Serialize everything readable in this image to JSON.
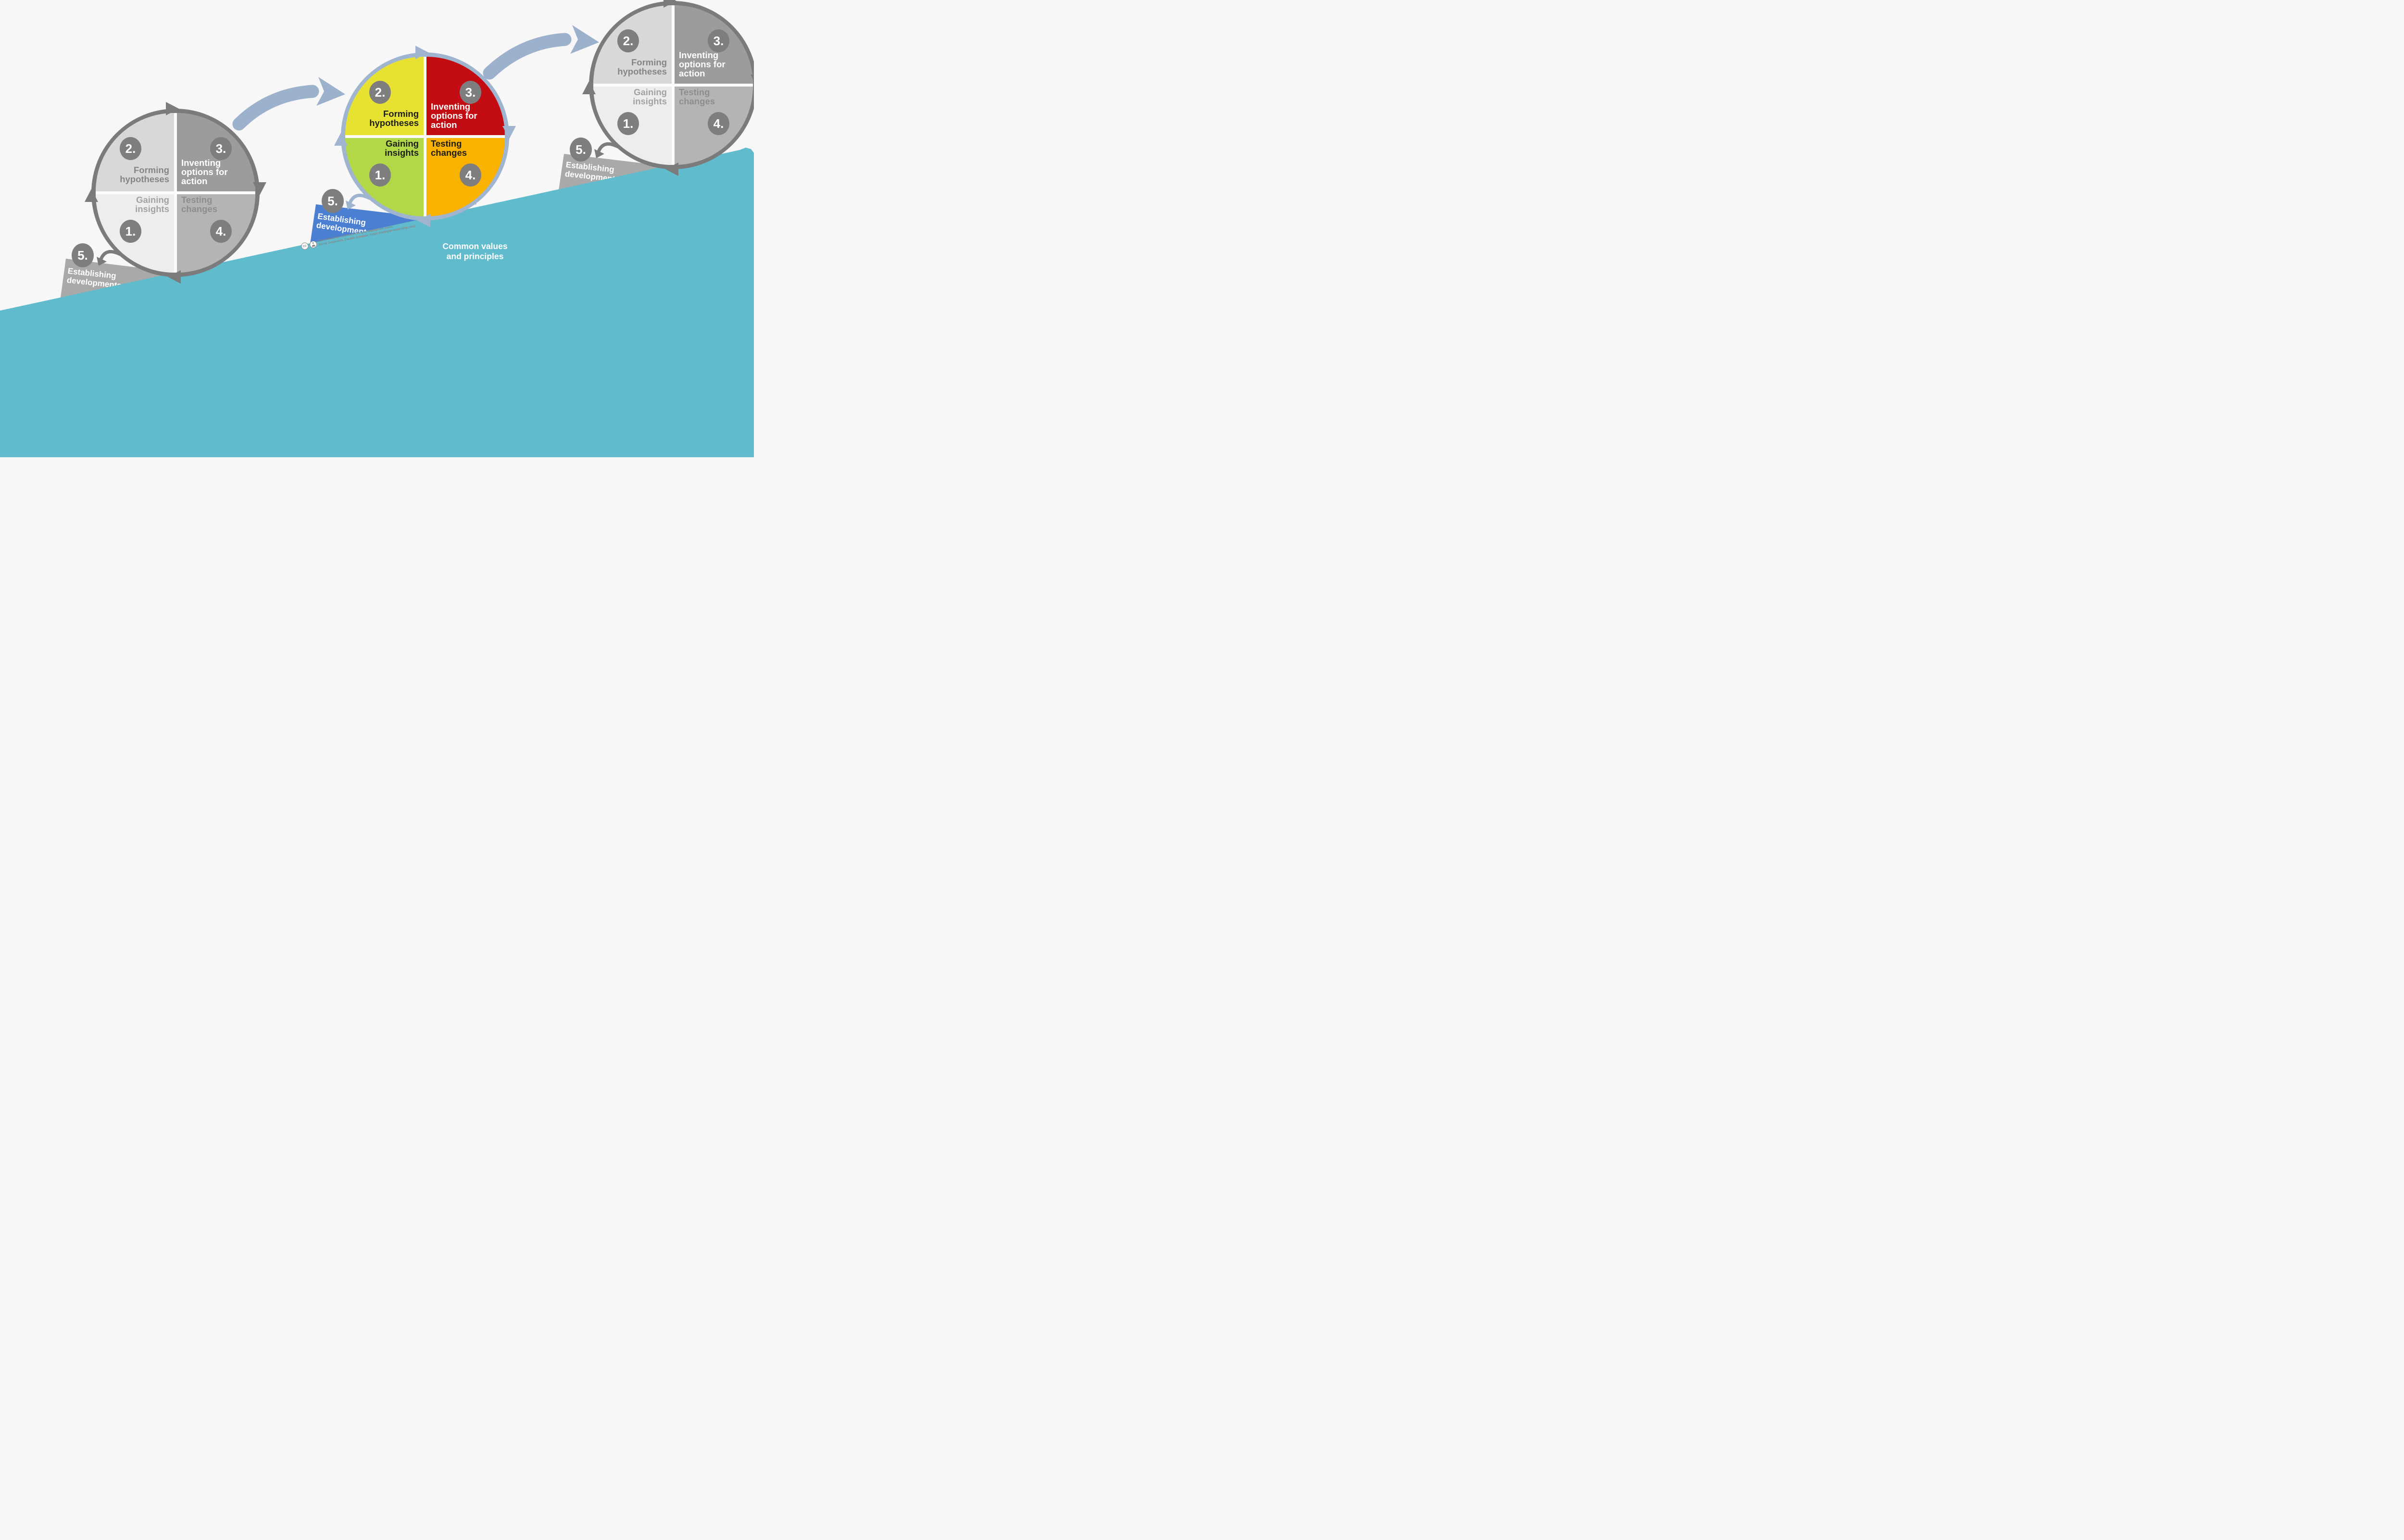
{
  "cycle": {
    "step1_label": "Gaining insights",
    "step2_label": "Forming hypotheses",
    "step3_label": "Inventing options for action",
    "step4_label": "Testing changes",
    "step5_label": "Establishing developments",
    "badge1": "1.",
    "badge2": "2.",
    "badge3": "3.",
    "badge4": "4.",
    "badge5": "5."
  },
  "slope": {
    "title": "Common values and principles"
  },
  "credit": {
    "cc_text": "cc",
    "line1": "Commercial use allowed when give appropriate credit:",
    "line2": "Bernd Oestereich, Claudia Schröder (https://collegial-leadership.com)",
    "version": "v=07.02.2024 13:56"
  },
  "colors": {
    "teal": "#60bccd",
    "blue_wedge": "#4a7fd2",
    "gray_wedge": "#a9a9a9",
    "gray_ring": "#7b7b7b",
    "gray_badge": "#7e7e7e",
    "mid_ring": "#9eb4cf",
    "swoosh": "#9bb1cc",
    "yellow": "#e7e232",
    "red": "#c40d12",
    "green": "#b2d847",
    "orange": "#f9b200"
  }
}
